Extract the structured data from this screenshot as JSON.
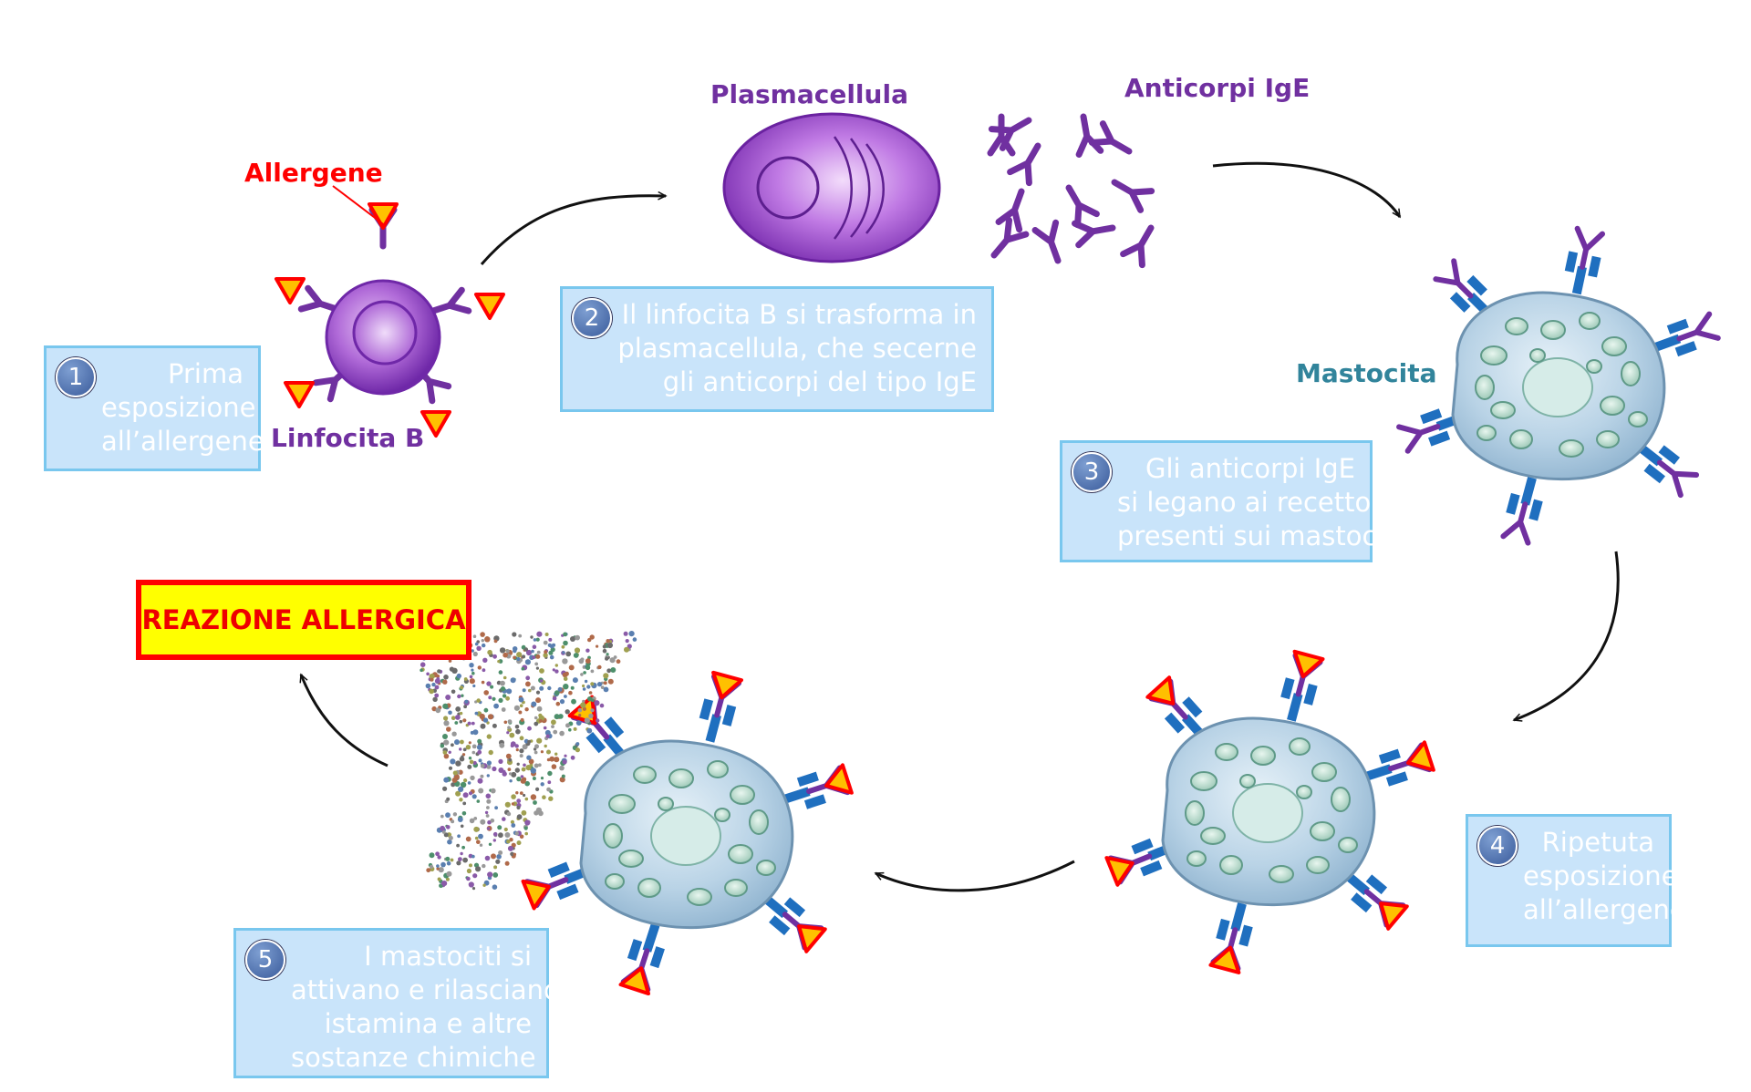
{
  "labels": {
    "allergene": "Allergene",
    "linfocita_b": "Linfocita B",
    "plasmacellula": "Plasmacellula",
    "anticorpi_ige": "Anticorpi IgE",
    "mastocita": "Mastocita"
  },
  "steps": [
    {
      "number": "1",
      "lines": [
        "Prima",
        "esposizione",
        "all’allergene"
      ]
    },
    {
      "number": "2",
      "lines": [
        "Il linfocita B si trasforma in",
        "plasmacellula, che secerne",
        "gli anticorpi del tipo IgE"
      ]
    },
    {
      "number": "3",
      "lines": [
        "Gli anticorpi IgE",
        "si legano ai recettori",
        "presenti sui mastociti"
      ]
    },
    {
      "number": "4",
      "lines": [
        "Ripetuta",
        "esposizione",
        "all’allergene"
      ]
    },
    {
      "number": "5",
      "lines": [
        "I mastociti si",
        "attivano e rilasciano",
        "istamina e altre",
        "sostanze chimiche"
      ]
    }
  ],
  "reaction": "REAZIONE ALLERGICA",
  "colors": {
    "allergen_label": "#ff0000",
    "cell_label": "#7030a0",
    "mast_label": "#31849b",
    "antibody": "#7030a0",
    "receptor": "#1f6fbf",
    "box_fill": "#c9e4fa",
    "box_border": "#79c7ee",
    "reaction_fill": "#ffff00",
    "reaction_border": "#ff0000"
  }
}
